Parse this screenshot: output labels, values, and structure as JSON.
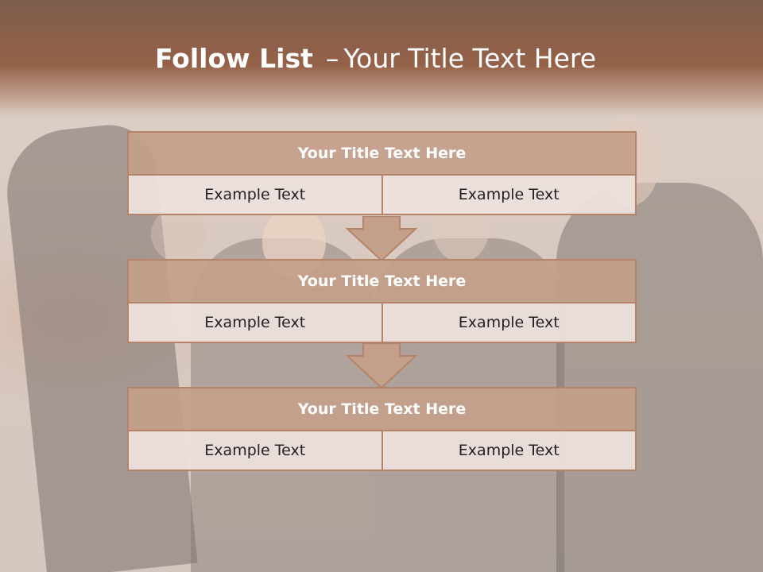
{
  "slide": {
    "title_bold": "Follow List",
    "title_sep": "–",
    "title_rest": "Your Title Text Here"
  },
  "blocks": [
    {
      "title": "Your Title Text Here",
      "left": "Example Text",
      "right": "Example Text"
    },
    {
      "title": "Your Title Text Here",
      "left": "Example Text",
      "right": "Example Text"
    },
    {
      "title": "Your Title Text Here",
      "left": "Example Text",
      "right": "Example Text"
    }
  ],
  "colors": {
    "header": "#946148",
    "block_title_fill": "#c4a08a",
    "block_border": "#b58468",
    "cell_fill": "#ece0dc"
  }
}
